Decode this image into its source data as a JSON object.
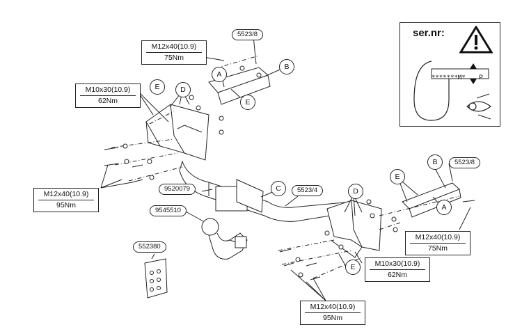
{
  "torque_labels": [
    {
      "spec": "M12x40(10.9)",
      "torque": "75Nm"
    },
    {
      "spec": "M10x30(10.9)",
      "torque": "62Nm"
    },
    {
      "spec": "M12x40(10.9)",
      "torque": "95Nm"
    },
    {
      "spec": "M12x40(10.9)",
      "torque": "75Nm"
    },
    {
      "spec": "M10x30(10.9)",
      "torque": "62Nm"
    },
    {
      "spec": "M12x40(10.9)",
      "torque": "95Nm"
    }
  ],
  "part_labels": [
    "5523/8",
    "9520079",
    "9545510",
    "5523/4",
    "5523/8",
    "552380"
  ],
  "callouts": {
    "a": "A",
    "b": "B",
    "c": "C",
    "d": "D",
    "e": "E"
  },
  "serial": {
    "title": "ser.nr:",
    "code": "*******M*",
    "p": "P",
    "warning_icon": "warning-triangle-icon",
    "eye_icon": "eye-icon"
  }
}
